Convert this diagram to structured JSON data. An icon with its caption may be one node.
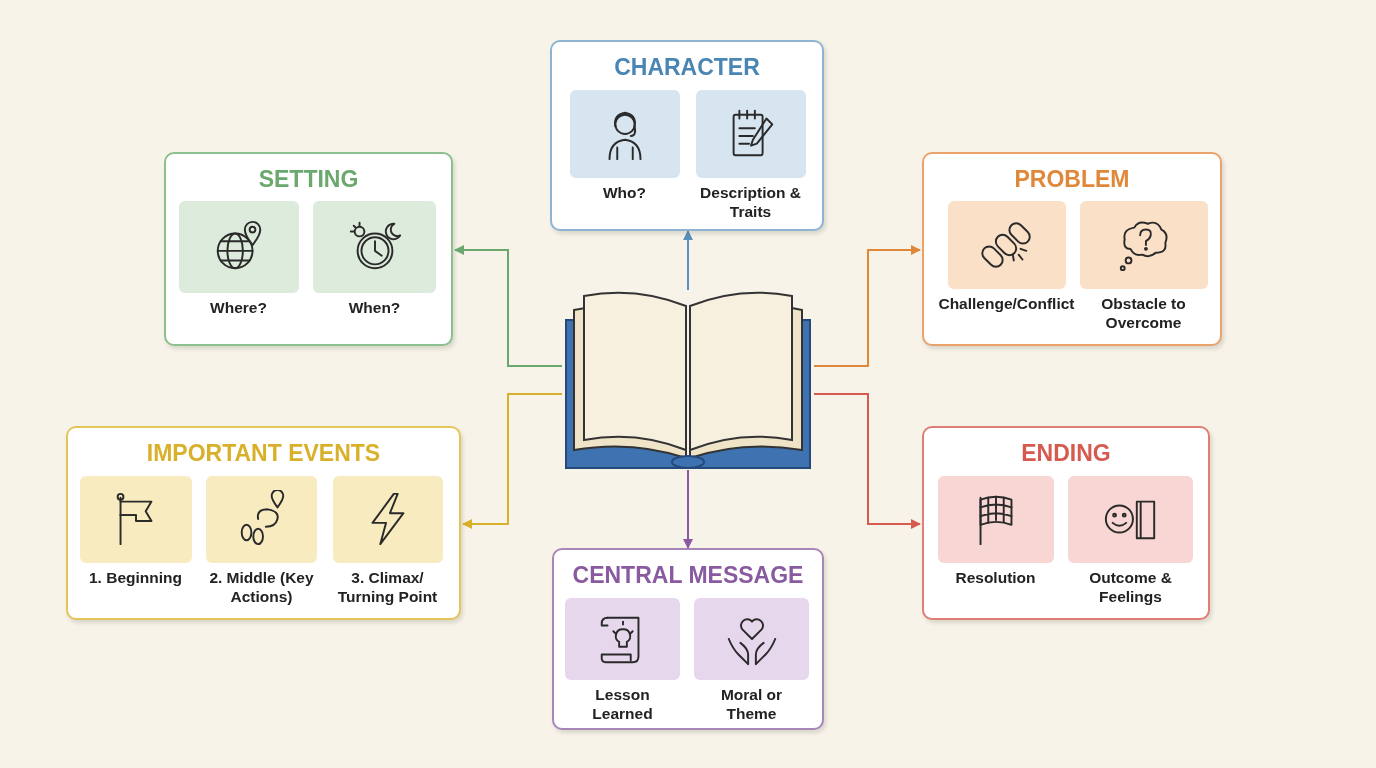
{
  "diagram": {
    "nodes": [
      {
        "text": [
          "CHARACTER"
        ]
      },
      {
        "text": [
          "Who?"
        ],
        "in": 0
      },
      {
        "text": [
          "Description & Traits"
        ],
        "in": 0
      },
      {
        "text": [
          "SETTING"
        ]
      },
      {
        "text": [
          "Where?"
        ],
        "in": 3
      },
      {
        "text": [
          "When?"
        ],
        "in": 3
      },
      {
        "text": [
          "PROBLEM"
        ]
      },
      {
        "text": [
          "Challenge/Conflict"
        ],
        "in": 6
      },
      {
        "text": [
          "Obstacle to Overcome"
        ],
        "in": 6
      },
      {
        "text": [],
        "shape": "picture"
      },
      {
        "text": [
          "IMPORTANT EVENTS"
        ]
      },
      {
        "text": [
          "1. Beginning"
        ],
        "in": 10
      },
      {
        "text": [
          "2. Middle (Key Actions)"
        ],
        "in": 10
      },
      {
        "text": [
          "3. Climax/ Turning Point"
        ],
        "in": 10
      },
      {
        "text": [
          "ENDING"
        ]
      },
      {
        "text": [
          "Resolution"
        ],
        "in": 14
      },
      {
        "text": [
          "Outcome & Feelings"
        ],
        "in": 14
      },
      {
        "text": [
          "CENTRAL MESSAGE"
        ]
      },
      {
        "text": [
          "Lesson Learned"
        ],
        "in": 17
      },
      {
        "text": [
          "Moral or Theme"
        ],
        "in": 17
      }
    ],
    "edges": [
      {
        "from": 9,
        "to": 0,
        "arrow": "to",
        "color": "#5b8fbe"
      },
      {
        "from": 9,
        "to": 3,
        "arrow": "to",
        "color": "#6aa86e"
      },
      {
        "from": 9,
        "to": 6,
        "arrow": "to",
        "color": "#e0883a"
      },
      {
        "from": 9,
        "to": 10,
        "arrow": "to",
        "color": "#d9b02a"
      },
      {
        "from": 9,
        "to": 14,
        "arrow": "to",
        "color": "#d65a4e"
      },
      {
        "from": 9,
        "to": 17,
        "arrow": "to",
        "color": "#8a5aa0"
      }
    ]
  }
}
